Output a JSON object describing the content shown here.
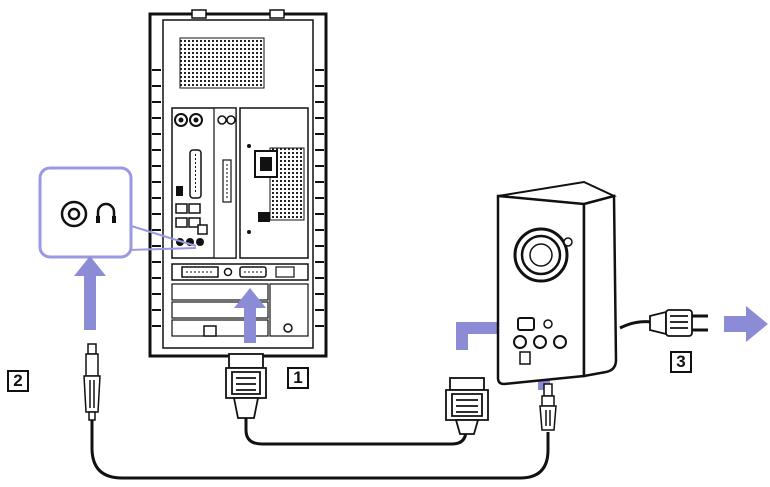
{
  "steps": [
    {
      "id": "1",
      "label": "1"
    },
    {
      "id": "2",
      "label": "2"
    },
    {
      "id": "3",
      "label": "3"
    }
  ],
  "icons": {
    "headphone_jack": "headphone-icon",
    "arrow": "arrow-icon",
    "power_plug": "power-plug-icon"
  },
  "colors": {
    "accent_arrow": "#8c8cd6",
    "callout_border": "#9a9ae0",
    "outline": "#111111",
    "cable": "#111111",
    "background": "#ffffff"
  }
}
